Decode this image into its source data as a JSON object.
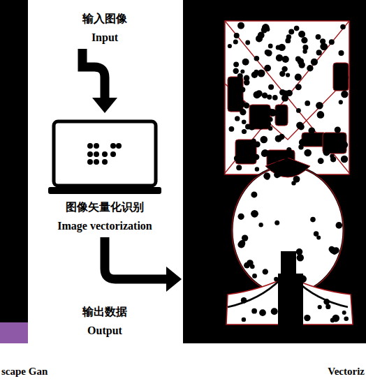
{
  "diagram": {
    "nodes": [
      {
        "text": [
          "scape Gan"
        ]
      },
      {
        "text": [
          "输入图像",
          "Input"
        ]
      },
      {
        "text": [
          "图像矢量化识别",
          "Image vectorization"
        ]
      },
      {
        "text": [
          "输出数据",
          "Output"
        ]
      },
      {
        "text": [
          "Vectoriz"
        ]
      }
    ],
    "edges": [
      {
        "from": 1,
        "to": 2,
        "arrow": "to"
      },
      {
        "from": 2,
        "to": 4,
        "arrow": "to"
      }
    ]
  }
}
